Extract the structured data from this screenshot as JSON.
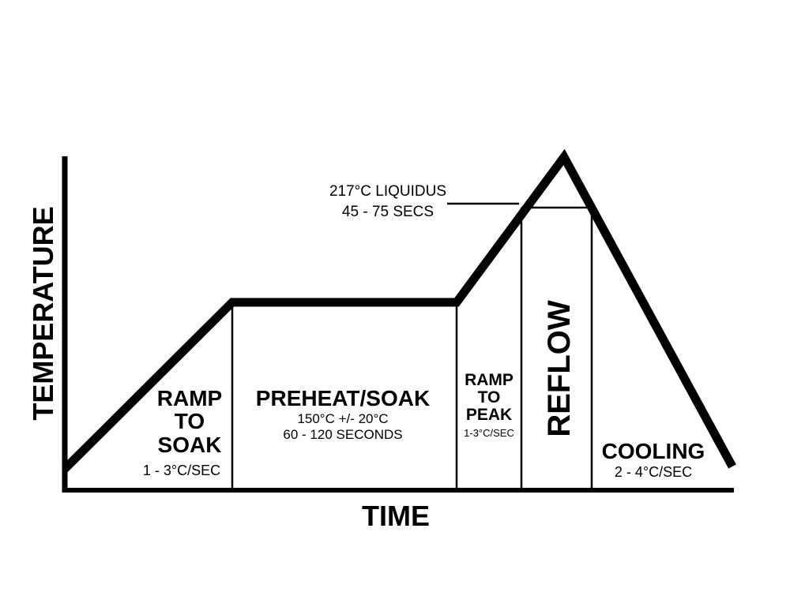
{
  "axes": {
    "x_label": "TIME",
    "y_label": "TEMPERATURE"
  },
  "liquidus": {
    "line1": "217°C LIQUIDUS",
    "line2": "45 - 75 SECS"
  },
  "zones": {
    "ramp_to_soak": {
      "line1": "RAMP",
      "line2": "TO",
      "line3": "SOAK",
      "rate": "1 - 3°C/SEC"
    },
    "preheat_soak": {
      "title": "PREHEAT/SOAK",
      "temp": "150°C +/- 20°C",
      "duration": "60 - 120 SECONDS"
    },
    "ramp_to_peak": {
      "line1": "RAMP",
      "line2": "TO",
      "line3": "PEAK",
      "rate": "1-3°C/SEC"
    },
    "reflow": {
      "title": "REFLOW"
    },
    "cooling": {
      "title": "COOLING",
      "rate": "2 - 4°C/SEC"
    }
  },
  "colors": {
    "ink": "#000000",
    "background": "#ffffff"
  }
}
